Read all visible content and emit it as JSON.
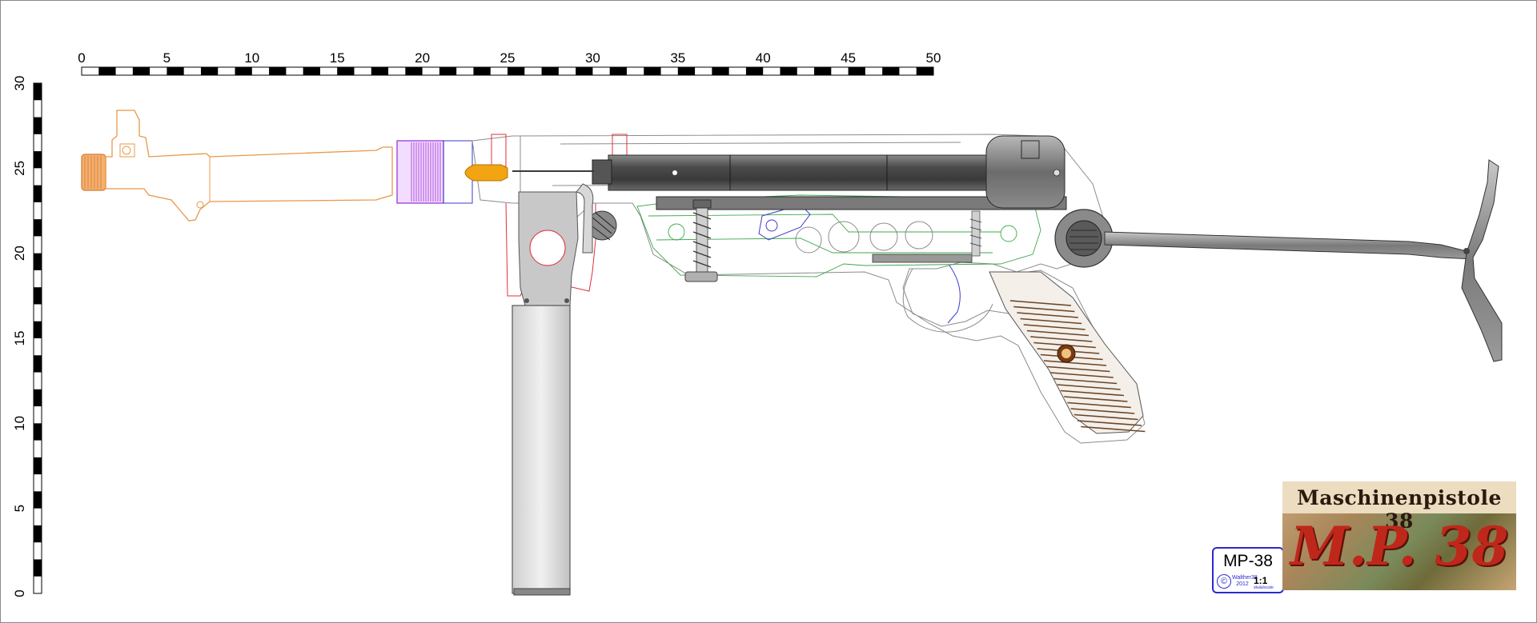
{
  "diagram": {
    "subject": "MP-38 submachine gun side profile drawing"
  },
  "scale_ruler": {
    "horizontal_labels": [
      "0",
      "5",
      "10",
      "15",
      "20",
      "25",
      "30",
      "35",
      "40",
      "45",
      "50"
    ],
    "vertical_labels": [
      "30",
      "25",
      "20",
      "15",
      "10",
      "5",
      "0"
    ]
  },
  "title_block": {
    "line1": "Maschinenpistole 38",
    "line2": "M.P. 38"
  },
  "badge": {
    "model": "MP-38",
    "copyright_symbol": "©",
    "author": "Walther38",
    "year": "2012",
    "scale": "1:1",
    "scale_label": "skala/scale"
  },
  "colors": {
    "muzzle": "#e8a04a",
    "barrel_nut": "#b04fd8",
    "cartridge": "#f2a413",
    "receiver_dark": "#5c5c5c",
    "grip_wood": "#7a4a2a",
    "outline_red": "#e0303a",
    "outline_green": "#3ca84a",
    "outline_blue": "#3a3ad0"
  }
}
